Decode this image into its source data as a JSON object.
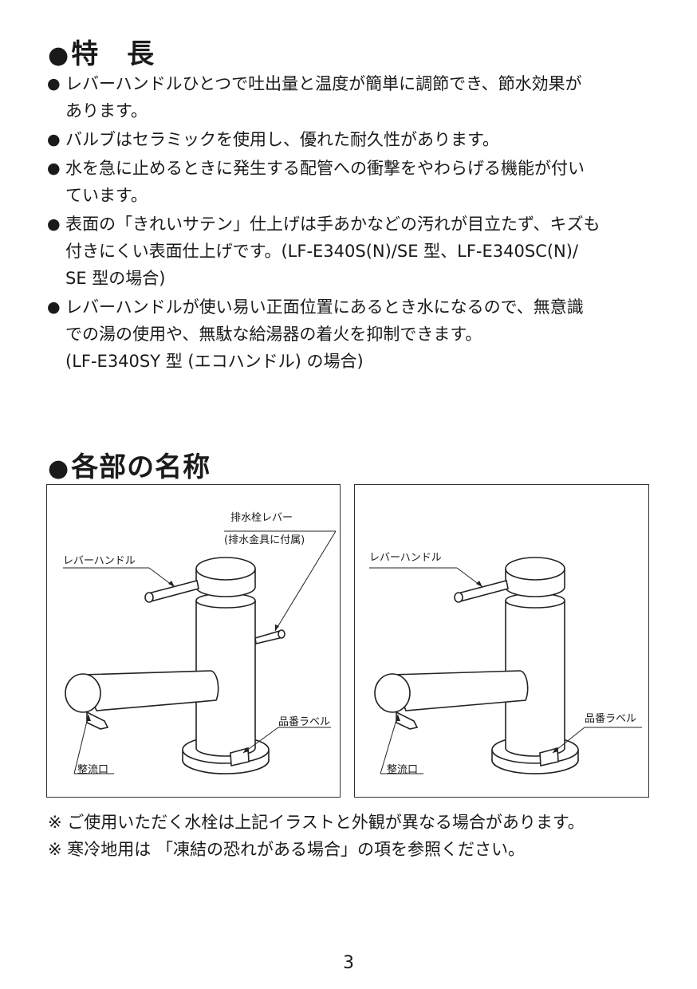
{
  "features": {
    "bullet": "●",
    "title": "特　長",
    "items": [
      "レバーハンドルひとつで吐出量と温度が簡単に調節でき、節水効果が\nあります。",
      "バルブはセラミックを使用し、優れた耐久性があります。",
      "水を急に止めるときに発生する配管への衝撃をやわらげる機能が付い\nています。",
      "表面の「きれいサテン」仕上げは手あかなどの汚れが目立たず、キズも\n付きにくい表面仕上げです。(LF-E340S(N)/SE 型、LF-E340SC(N)/\nSE 型の場合)",
      "レバーハンドルが使い易い正面位置にあるとき水になるので、無意識\nでの湯の使用や、無駄な給湯器の着火を抑制できます。\n(LF-E340SY 型 (エコハンドル) の場合)"
    ]
  },
  "parts": {
    "title": "各部の名称",
    "left_figure": {
      "lever_handle": "レバーハンドル",
      "drain_lever": "排水栓レバー",
      "drain_lever_note": "(排水金具に付属)",
      "product_label": "品番ラベル",
      "aerator": "整流口"
    },
    "right_figure": {
      "lever_handle": "レバーハンドル",
      "product_label": "品番ラベル",
      "aerator": "整流口"
    }
  },
  "notes": {
    "mark": "※",
    "items": [
      "ご使用いただく水栓は上記イラストと外観が異なる場合があります。",
      "寒冷地用は 「凍結の恐れがある場合」の項を参照ください。"
    ]
  },
  "page_number": "3"
}
